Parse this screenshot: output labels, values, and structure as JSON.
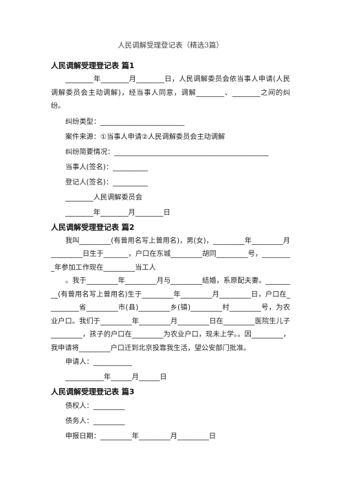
{
  "doc_title": "人民调解受理登记表（精选3篇）",
  "sections": [
    {
      "heading": "人民调解受理登记表 篇1",
      "paragraphs": [
        "________年________月________日，人民调解委员会依当事人申请(人民调解委员会主动调解)，经当事人同意，调解________、________之间的纠纷。"
      ],
      "lines": [
        "纠纷类型：________________________",
        "案件来源：①当事人申请②人民调解委员会主动调解",
        "纠纷简要情况：____________________________________________",
        "当事人(签名)：__________",
        "登记人(签名)：__________",
        "________人民调解委员会",
        "________年________月________日"
      ]
    },
    {
      "heading": "人民调解受理登记表 篇2",
      "paragraphs": [
        "我叫_________(有曾用名写上曾用名)，男(女)，_________年_________月_________日生于_______，户口在东城_________胡同_________号，_________年参加工作现在_________当工人",
        "。我于_________年_________月与_________结婚，系原配夫妻。_________(有曾用名写上曾用名)生于_________年_________月_________日，户口在_________省_________市(县)_________乡(镇)_________村_________号，为农业户口。我们于_________年_________月_________日在_________医院生儿子_________，孩子的户口在_________为农业户口，现未上学。。因_________，我申请将_________户口迁到北京投靠我生活，望公安部门批准。"
      ],
      "lines": [
        "申请人：___________",
        "___________年______月______日"
      ]
    },
    {
      "heading": "人民调解受理登记表 篇3",
      "paragraphs": [],
      "lines": [
        "债权人：_________",
        "债务人：_________",
        "申报日期：_________年_________月_________日"
      ]
    }
  ]
}
